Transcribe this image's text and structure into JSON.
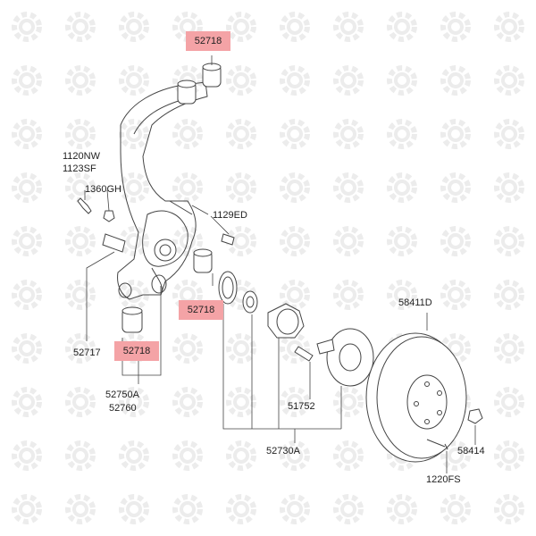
{
  "colors": {
    "highlight": "#f4a3a6",
    "line": "#444444",
    "watermark": "#ececec"
  },
  "watermark_icon": "gear-wrench-logo",
  "labels": {
    "p52718_top": "52718",
    "p52718_mid": "52718",
    "p52718_bot": "52718",
    "p1120NW": "1120NW",
    "p1123SF": "1123SF",
    "p1360GH": "1360GH",
    "p1129ED": "1129ED",
    "p52717": "52717",
    "p52750A": "52750A",
    "p52760": "52760",
    "p58411D": "58411D",
    "p51752": "51752",
    "p52730A": "52730A",
    "p58414": "58414",
    "p1220FS": "1220FS"
  }
}
